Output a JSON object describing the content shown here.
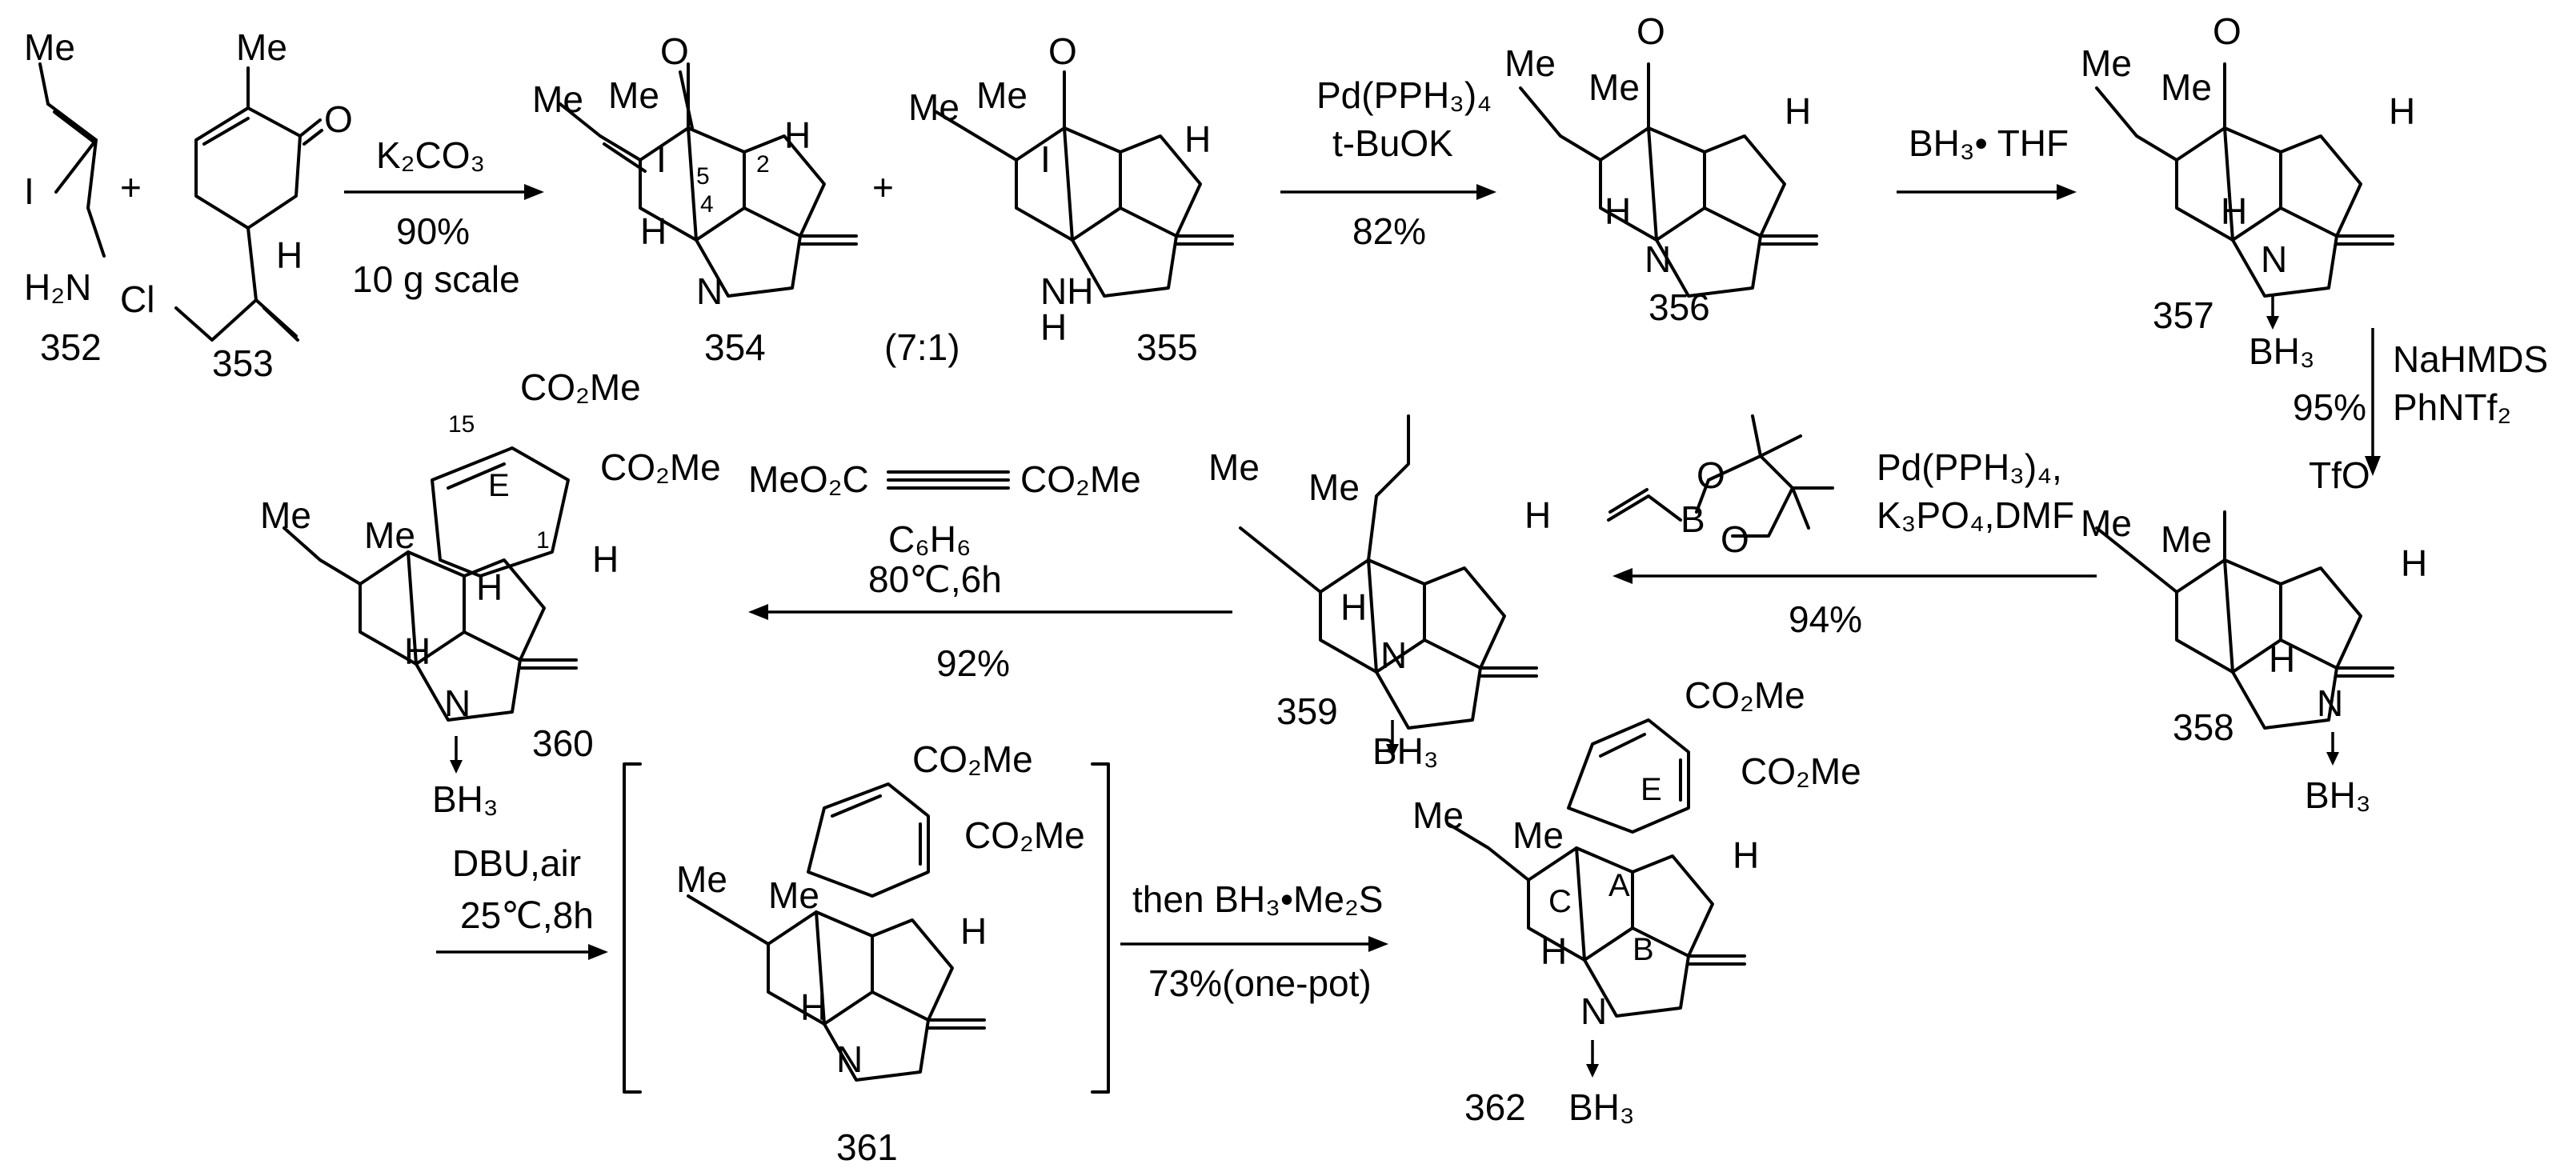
{
  "compounds": {
    "c352": "352",
    "c353": "353",
    "c354": "354",
    "c355": "355",
    "c356": "356",
    "c357": "357",
    "c358": "358",
    "c359": "359",
    "c360": "360",
    "c361": "361",
    "c362": "362"
  },
  "atoms": {
    "me": "Me",
    "i": "I",
    "h": "H",
    "n": "N",
    "o": "O",
    "nh": "NH",
    "h2n": "H₂N",
    "cl": "Cl",
    "bh3": "BH₃",
    "tfo": "TfO",
    "co2me": "CO₂Me",
    "b": "B",
    "plus": "+"
  },
  "labels": {
    "ratio": "(7:1)",
    "pos5": "5",
    "pos4": "4",
    "pos2": "2",
    "pos15": "15",
    "pos1": "1",
    "ringE": "E",
    "ringA": "A",
    "ringB": "B",
    "ringC": "C"
  },
  "reactions": {
    "r1": {
      "reagent": "K₂CO₃",
      "yield": "90%",
      "note": "10 g scale"
    },
    "r2": {
      "reagent1": "Pd(PPH₃)₄",
      "reagent2": "t-BuOK",
      "yield": "82%"
    },
    "r3": {
      "reagent": "BH₃• THF"
    },
    "r4": {
      "reagent1": "NaHMDS",
      "reagent2": "PhNTf₂",
      "yield": "95%"
    },
    "r5": {
      "reagent1": "Pd(PPH₃)₄,",
      "reagent2": "K₃PO₄,DMF",
      "yield": "94%"
    },
    "r6": {
      "reagent": "MeO₂C",
      "reagent_b": "CO₂Me",
      "solvent": "C₆H₆",
      "cond": "80℃,6h",
      "yield": "92%"
    },
    "r7": {
      "reagent": "DBU,air",
      "cond": "25℃,8h"
    },
    "r8": {
      "reagent": "then BH₃•Me₂S",
      "yield": "73%(one-pot)"
    }
  }
}
